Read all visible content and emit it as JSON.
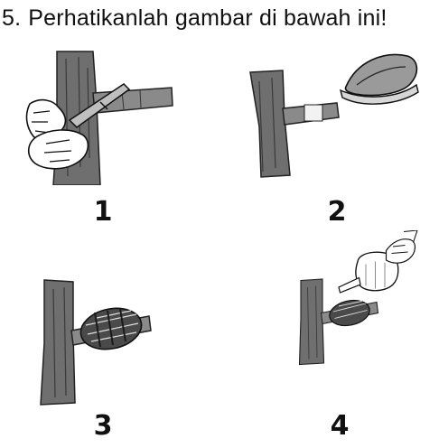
{
  "question": {
    "number": "5.",
    "text": "Perhatikanlah gambar di bawah ini!"
  },
  "steps": [
    {
      "label": "1"
    },
    {
      "label": "2"
    },
    {
      "label": "3"
    },
    {
      "label": "4"
    }
  ]
}
